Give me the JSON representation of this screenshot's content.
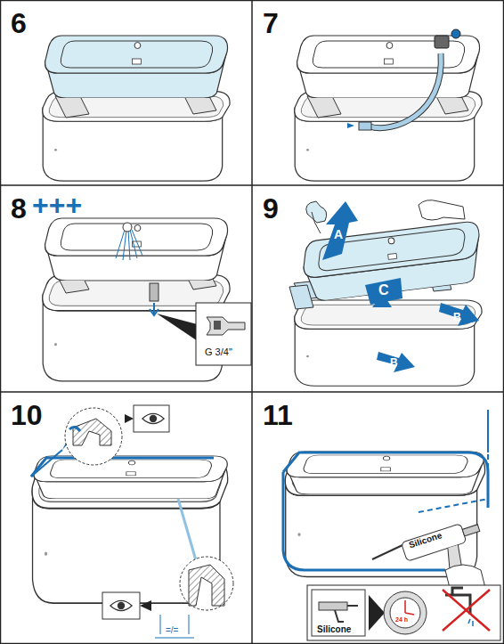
{
  "diagram": {
    "labels": [
      "6",
      "7",
      "8",
      "+++",
      "9",
      "A",
      "B",
      "B",
      "C",
      "G 3/4\"",
      "10",
      "=/=",
      "11",
      "Silicone",
      "Silicone",
      "24 h"
    ]
  }
}
